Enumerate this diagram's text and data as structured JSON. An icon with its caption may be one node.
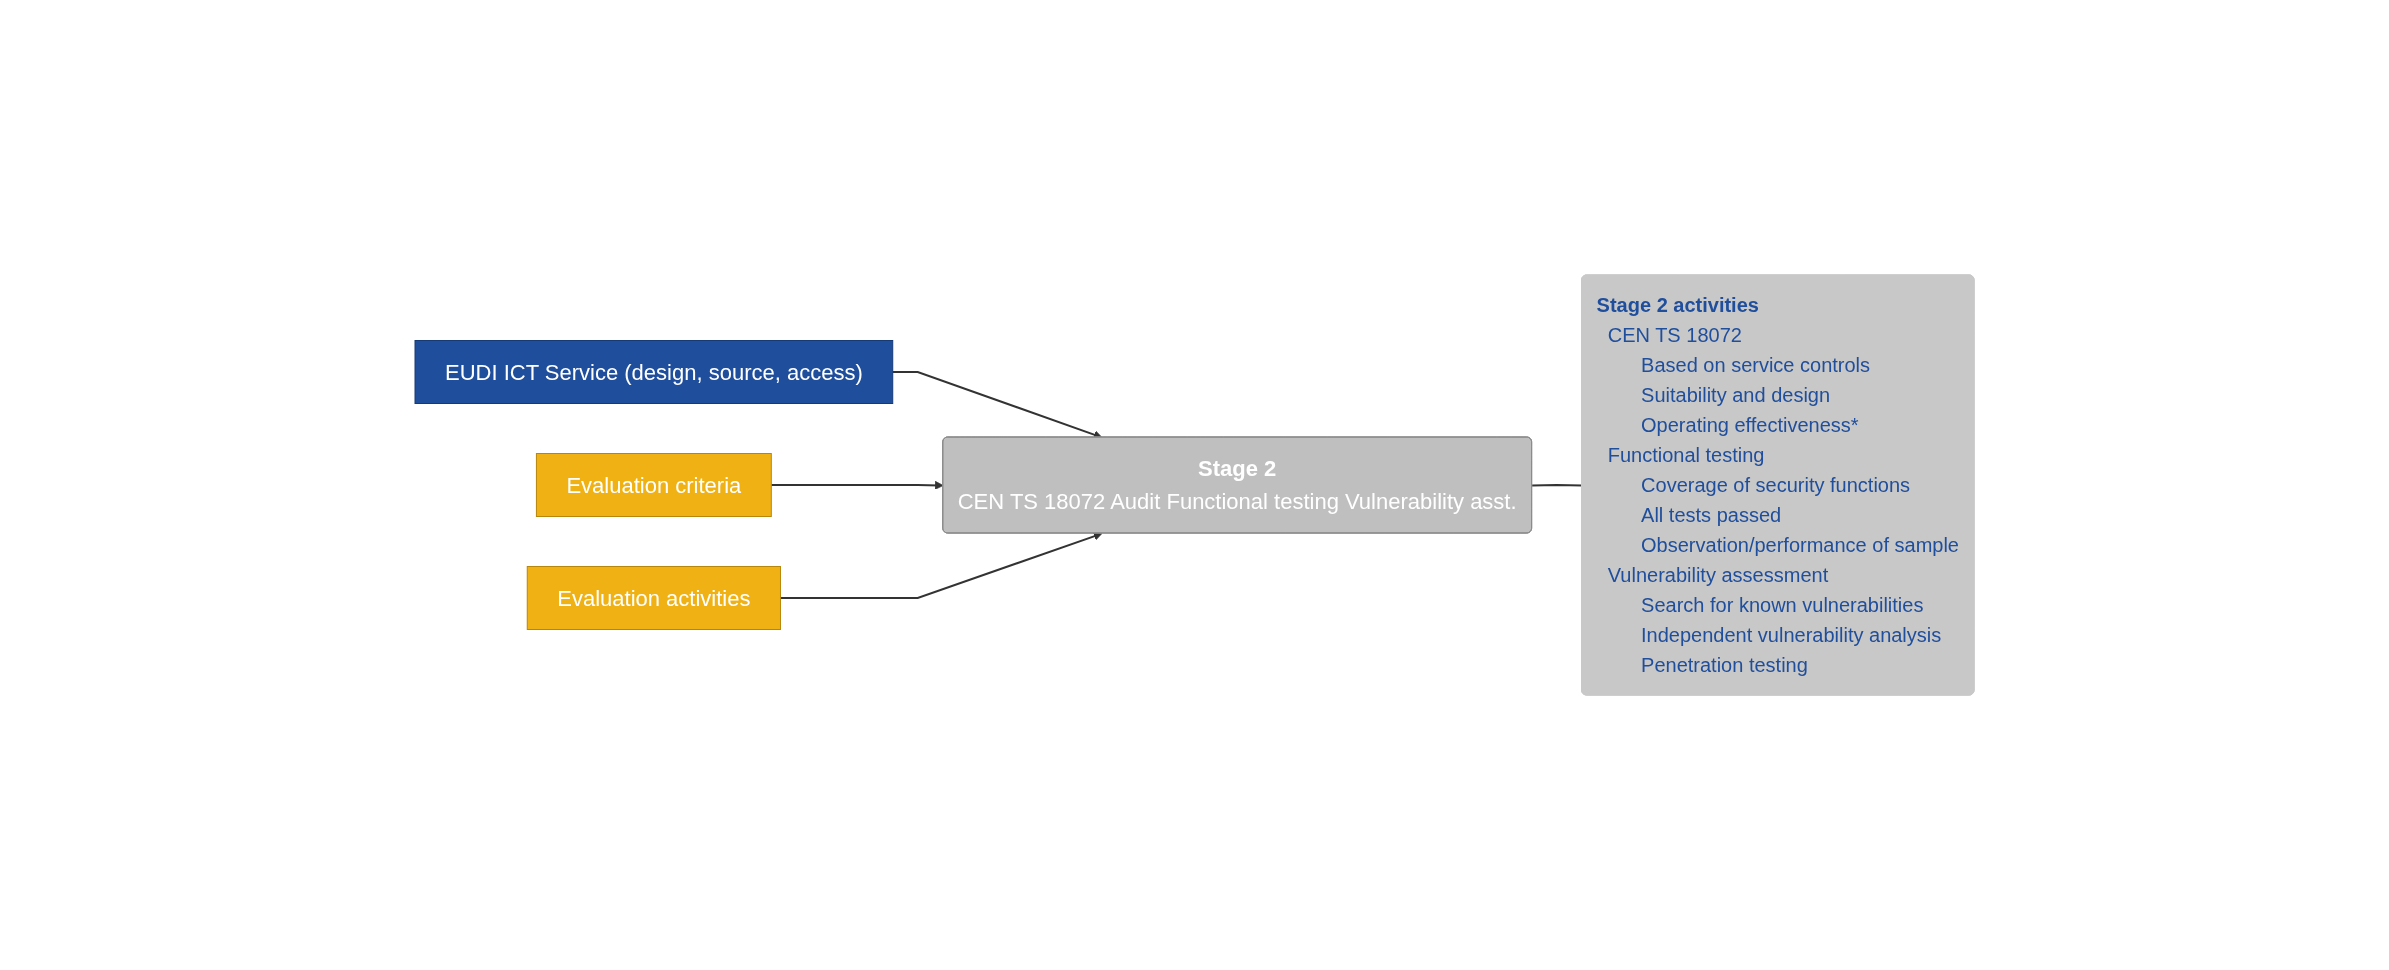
{
  "diagram": {
    "nodes": [
      {
        "text": [
          "EUDI ICT Service (design, source, access)"
        ]
      },
      {
        "text": [
          "Evaluation criteria"
        ]
      },
      {
        "text": [
          "Stage 2",
          "CEN TS 18072 Audit Functional testing Vulnerability asst."
        ]
      },
      {
        "text": [
          "Stage 2 activities",
          "CEN TS 18072",
          "Based on service controls",
          "Suitability and design",
          "Operating effectiveness*",
          "Functional testing",
          "Coverage of security functions",
          "All tests passed",
          "Observation/performance of sample",
          "Vulnerability assessment",
          "Search for known vulnerabilities",
          "Independent vulnerability analysis",
          "Penetration testing"
        ]
      },
      {
        "text": [
          "Evaluation activities"
        ]
      }
    ],
    "edges": [
      {
        "from": 0,
        "to": 2,
        "arrow": "to"
      },
      {
        "from": 1,
        "to": 2,
        "arrow": "to"
      },
      {
        "from": 4,
        "to": 2,
        "arrow": "to"
      },
      {
        "from": 2,
        "to": 3,
        "arrow": "none"
      }
    ]
  }
}
